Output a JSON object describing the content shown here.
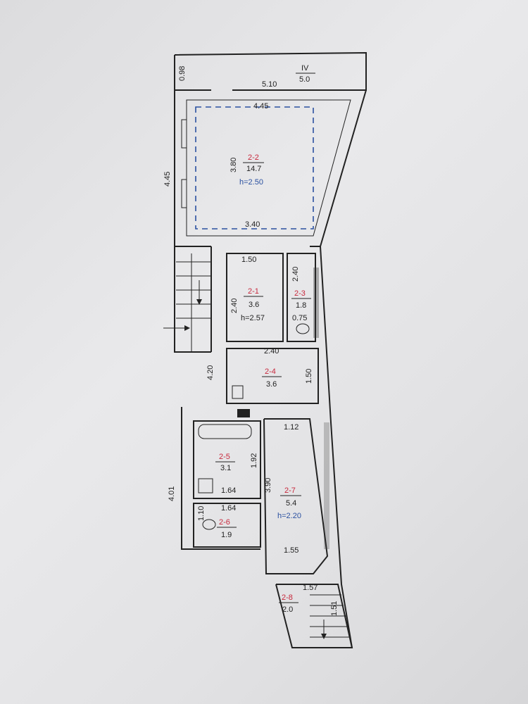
{
  "plan": {
    "section": {
      "label": "IV",
      "area": "5.0"
    },
    "dimensions": {
      "d_098": "0.98",
      "d_510": "5.10",
      "d_445_top": "4.45",
      "d_445_left": "4.45",
      "d_380": "3.80",
      "d_340": "3.40",
      "d_150_top": "1.50",
      "d_240_r1": "2.40",
      "d_240_r3": "2.40",
      "d_075": "0.75",
      "d_240_r4": "2.40",
      "d_150_r4": "1.50",
      "d_420": "4.20",
      "d_112": "1.12",
      "d_192": "1.92",
      "d_390": "3.90",
      "d_164_a": "1.64",
      "d_164_b": "1.64",
      "d_110": "1.10",
      "d_401": "4.01",
      "d_155": "1.55",
      "d_157": "1.57",
      "d_151": "1.51"
    },
    "rooms": [
      {
        "id": "2-2",
        "area": "14.7",
        "height": "h=2.50"
      },
      {
        "id": "2-1",
        "area": "3.6",
        "height": "h=2.57"
      },
      {
        "id": "2-3",
        "area": "1.8"
      },
      {
        "id": "2-4",
        "area": "3.6"
      },
      {
        "id": "2-5",
        "area": "3.1"
      },
      {
        "id": "2-6",
        "area": "1.9"
      },
      {
        "id": "2-7",
        "area": "5.4",
        "height": "h=2.20"
      },
      {
        "id": "2-8",
        "area": "2.0"
      }
    ],
    "colors": {
      "room_id": "#c8283c",
      "height_and_dashes": "#2a50a0",
      "lines": "#222222"
    }
  }
}
